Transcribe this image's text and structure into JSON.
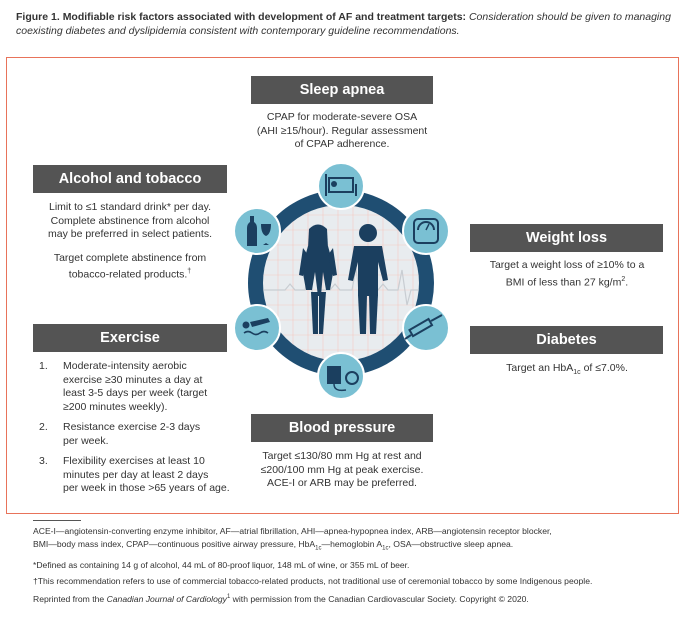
{
  "caption": {
    "label": "Figure 1.",
    "bold_text": "Modifiable risk factors associated with development of AF and treatment targets:",
    "italic_text": "Consideration should be given to managing coexisting diabetes and dyslipidemia consistent with contemporary guideline recommendations."
  },
  "sleep": {
    "title": "Sleep apnea",
    "lines": [
      "CPAP for moderate-severe OSA",
      "(AHI ≥15/hour). Regular assessment",
      "of CPAP adherence."
    ]
  },
  "alcohol": {
    "title": "Alcohol and tobacco",
    "p1": [
      "Limit to ≤1 standard drink* per day.",
      "Complete abstinence from alcohol",
      "may be preferred in select patients."
    ],
    "p2": [
      "Target complete abstinence from",
      "tobacco-related products."
    ],
    "p2_sup": "†"
  },
  "weight": {
    "title": "Weight loss",
    "line1": "Target a weight loss of ≥10% to a",
    "line2": "BMI of less than 27 kg/m",
    "line2_sup": "2",
    "line2_end": "."
  },
  "exercise": {
    "title": "Exercise",
    "items": [
      {
        "num": "1.",
        "lines": [
          "Moderate-intensity aerobic",
          "exercise ≥30 minutes a day at",
          "least 3-5 days per week (target",
          "≥200 minutes weekly)."
        ]
      },
      {
        "num": "2.",
        "lines": [
          "Resistance exercise 2-3 days",
          "per week."
        ]
      },
      {
        "num": "3.",
        "lines": [
          "Flexibility exercises at least 10",
          "minutes per day at least 2 days",
          "per week in those >65 years of age."
        ]
      }
    ]
  },
  "diabetes": {
    "title": "Diabetes",
    "pre": "Target an HbA",
    "sub": "1c",
    "post": " of ≤7.0%."
  },
  "bp": {
    "title": "Blood pressure",
    "lines": [
      "Target ≤130/80 mm Hg at rest and",
      "≤200/100 mm Hg at peak exercise.",
      "ACE-I or ARB may be preferred."
    ]
  },
  "icons": {
    "top": "bed-icon",
    "top_right": "scale-icon",
    "right": "syringe-icon",
    "bottom": "sphygmomanometer-icon",
    "left": "swimmer-icon",
    "top_left": "bottle-glass-icon",
    "center": "couple-figures-icon"
  },
  "colors": {
    "header_bg": "#545454",
    "frame_border": "#e8735a",
    "ring": "#1f4e72",
    "icon_circle": "#7ac0d3",
    "center_fill": "#e8ecef",
    "silhouette": "#1b3f5f"
  },
  "footnotes": {
    "abbrev1": "ACE-I—angiotensin-converting enzyme inhibitor, AF—atrial fibrillation, AHI—apnea-hypopnea index, ARB—angiotensin receptor blocker,",
    "abbrev2_pre": "BMI—body mass index, CPAP—continuous positive airway pressure, HbA",
    "abbrev2_sub1": "1c",
    "abbrev2_mid": "—hemoglobin A",
    "abbrev2_sub2": "1c",
    "abbrev2_post": ", OSA—obstructive sleep apnea.",
    "def": "*Defined as containing 14 g of alcohol, 44 mL of 80-proof liquor, 148 mL of wine, or 355 mL of beer.",
    "dagger": "†This recommendation refers to use of commercial tobacco-related products, not traditional use of ceremonial tobacco by some Indigenous people.",
    "reprint_pre": "Reprinted from the ",
    "reprint_journal": "Canadian Journal of Cardiology",
    "reprint_sup": "1",
    "reprint_post": " with permission from the Canadian Cardiovascular Society. Copyright © 2020."
  }
}
